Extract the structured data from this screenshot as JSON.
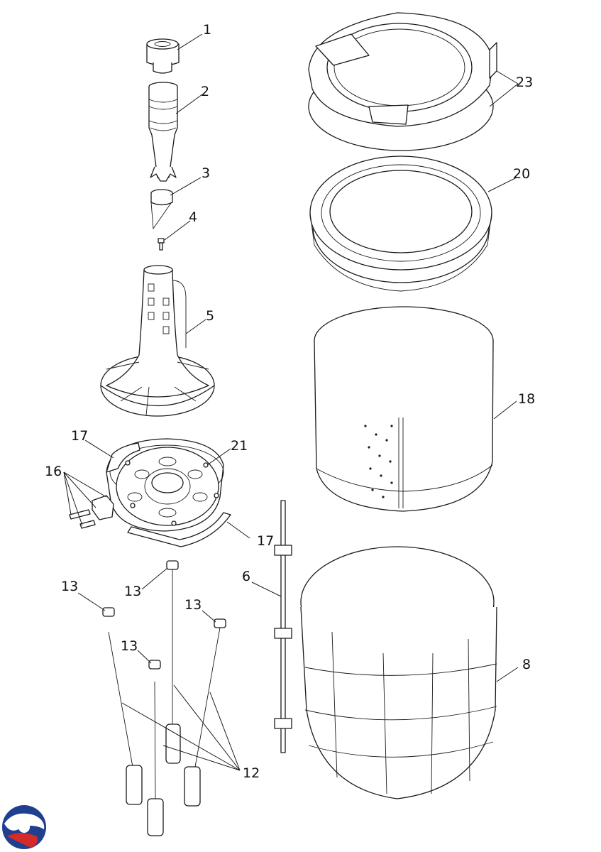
{
  "diagram": {
    "callouts": {
      "c1": "1",
      "c2": "2",
      "c3": "3",
      "c4": "4",
      "c5": "5",
      "c6": "6",
      "c8": "8",
      "c12": "12",
      "c13a": "13",
      "c13b": "13",
      "c13c": "13",
      "c13d": "13",
      "c16": "16",
      "c17a": "17",
      "c17b": "17",
      "c18": "18",
      "c20": "20",
      "c21": "21",
      "c23": "23"
    },
    "logo": {
      "colors": [
        "#1f3f8f",
        "#d42a2a"
      ]
    }
  }
}
